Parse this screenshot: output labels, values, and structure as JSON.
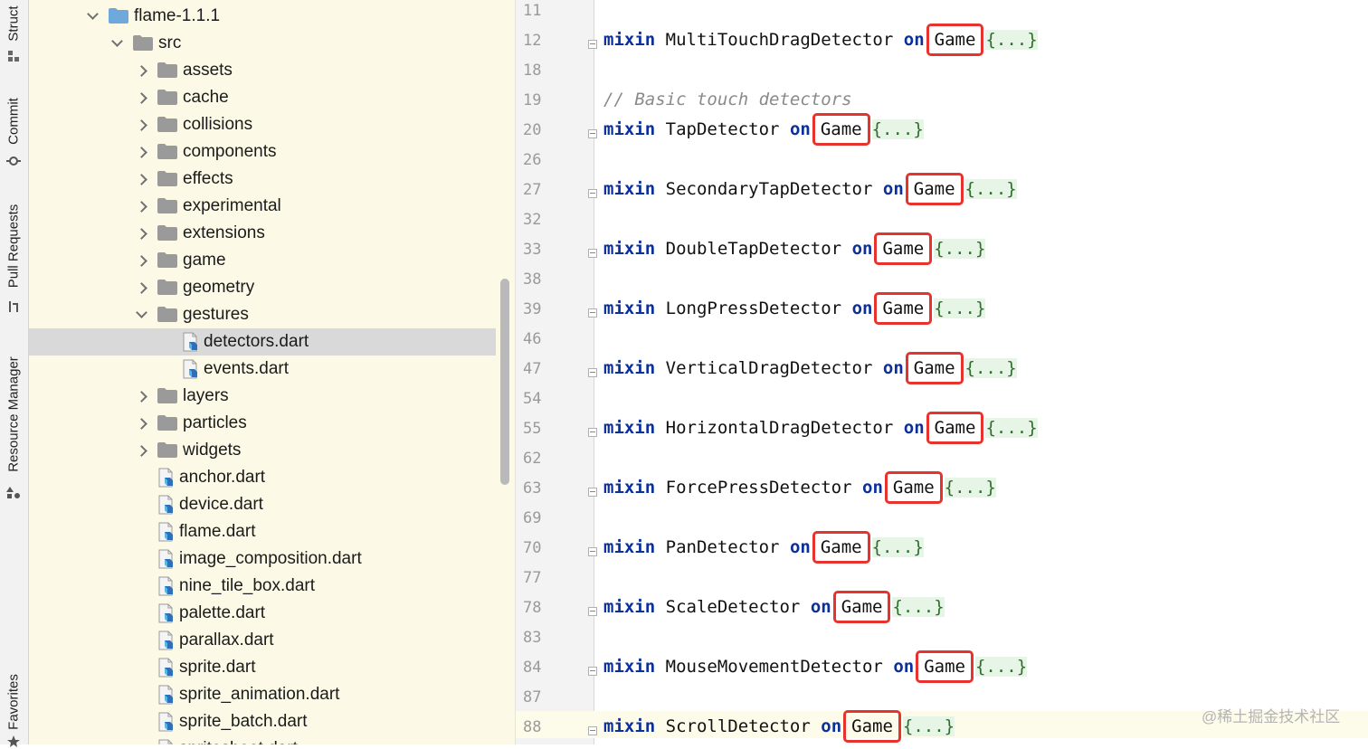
{
  "side_tabs": {
    "structure": "Struct",
    "commit": "Commit",
    "pull_requests": "Pull Requests",
    "resource_manager": "Resource Manager",
    "favorites": "Favorites"
  },
  "project_tree": [
    {
      "label": "flame-1.1.1",
      "kind": "module-folder",
      "indent": 0,
      "arrow": "down"
    },
    {
      "label": "src",
      "kind": "folder",
      "indent": 1,
      "arrow": "down"
    },
    {
      "label": "assets",
      "kind": "folder",
      "indent": 2,
      "arrow": "right"
    },
    {
      "label": "cache",
      "kind": "folder",
      "indent": 2,
      "arrow": "right"
    },
    {
      "label": "collisions",
      "kind": "folder",
      "indent": 2,
      "arrow": "right"
    },
    {
      "label": "components",
      "kind": "folder",
      "indent": 2,
      "arrow": "right"
    },
    {
      "label": "effects",
      "kind": "folder",
      "indent": 2,
      "arrow": "right"
    },
    {
      "label": "experimental",
      "kind": "folder",
      "indent": 2,
      "arrow": "right"
    },
    {
      "label": "extensions",
      "kind": "folder",
      "indent": 2,
      "arrow": "right"
    },
    {
      "label": "game",
      "kind": "folder",
      "indent": 2,
      "arrow": "right"
    },
    {
      "label": "geometry",
      "kind": "folder",
      "indent": 2,
      "arrow": "right"
    },
    {
      "label": "gestures",
      "kind": "folder",
      "indent": 2,
      "arrow": "down"
    },
    {
      "label": "detectors.dart",
      "kind": "dart-file",
      "indent": 3,
      "selected": true
    },
    {
      "label": "events.dart",
      "kind": "dart-file",
      "indent": 3
    },
    {
      "label": "layers",
      "kind": "folder",
      "indent": 2,
      "arrow": "right"
    },
    {
      "label": "particles",
      "kind": "folder",
      "indent": 2,
      "arrow": "right"
    },
    {
      "label": "widgets",
      "kind": "folder",
      "indent": 2,
      "arrow": "right"
    },
    {
      "label": "anchor.dart",
      "kind": "dart-file",
      "indent": 2
    },
    {
      "label": "device.dart",
      "kind": "dart-file",
      "indent": 2
    },
    {
      "label": "flame.dart",
      "kind": "dart-file",
      "indent": 2
    },
    {
      "label": "image_composition.dart",
      "kind": "dart-file",
      "indent": 2
    },
    {
      "label": "nine_tile_box.dart",
      "kind": "dart-file",
      "indent": 2
    },
    {
      "label": "palette.dart",
      "kind": "dart-file",
      "indent": 2
    },
    {
      "label": "parallax.dart",
      "kind": "dart-file",
      "indent": 2
    },
    {
      "label": "sprite.dart",
      "kind": "dart-file",
      "indent": 2
    },
    {
      "label": "sprite_animation.dart",
      "kind": "dart-file",
      "indent": 2
    },
    {
      "label": "sprite_batch.dart",
      "kind": "dart-file",
      "indent": 2
    },
    {
      "label": "spritesheet.dart",
      "kind": "dart-file",
      "indent": 2
    }
  ],
  "editor_lines": [
    {
      "num": "11"
    },
    {
      "num": "12",
      "name": "MultiTouchDragDetector"
    },
    {
      "num": "18"
    },
    {
      "num": "19",
      "comment": "// Basic touch detectors"
    },
    {
      "num": "20",
      "name": "TapDetector"
    },
    {
      "num": "26"
    },
    {
      "num": "27",
      "name": "SecondaryTapDetector"
    },
    {
      "num": "32"
    },
    {
      "num": "33",
      "name": "DoubleTapDetector"
    },
    {
      "num": "38"
    },
    {
      "num": "39",
      "name": "LongPressDetector"
    },
    {
      "num": "46"
    },
    {
      "num": "47",
      "name": "VerticalDragDetector"
    },
    {
      "num": "54"
    },
    {
      "num": "55",
      "name": "HorizontalDragDetector"
    },
    {
      "num": "62"
    },
    {
      "num": "63",
      "name": "ForcePressDetector"
    },
    {
      "num": "69"
    },
    {
      "num": "70",
      "name": "PanDetector"
    },
    {
      "num": "77"
    },
    {
      "num": "78",
      "name": "ScaleDetector"
    },
    {
      "num": "83"
    },
    {
      "num": "84",
      "name": "MouseMovementDetector"
    },
    {
      "num": "87"
    },
    {
      "num": "88",
      "name": "ScrollDetector"
    }
  ],
  "code_tokens": {
    "keyword": "mixin",
    "on": "on",
    "type": "Game",
    "folded_body": "{...}"
  },
  "colors": {
    "keyword": "#0b2f9b",
    "highlight_box": "#e8322d",
    "project_bg": "#fcfae6",
    "selection": "#d9d9d9"
  },
  "watermark": "@稀土掘金技术社区"
}
